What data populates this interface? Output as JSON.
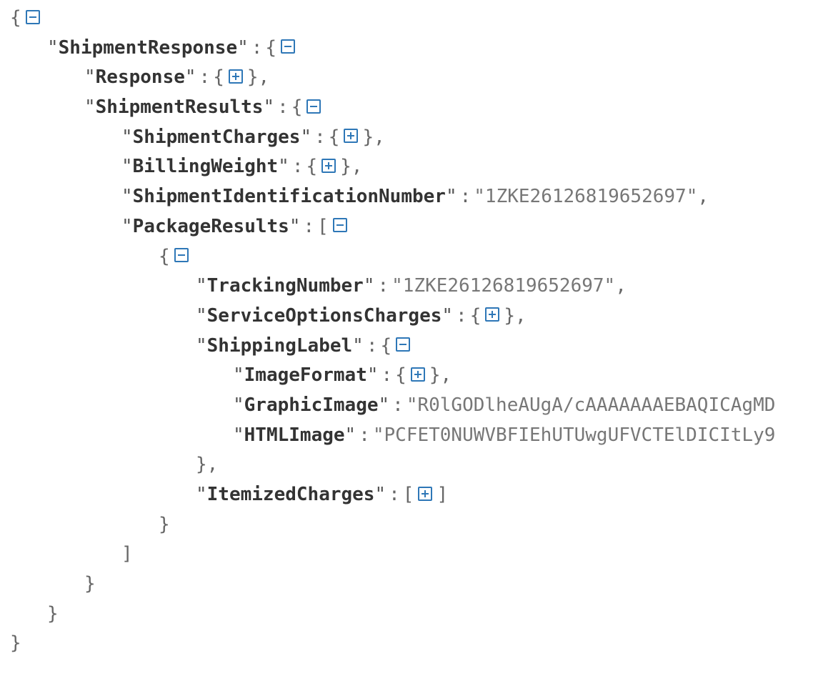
{
  "json_tree": {
    "shipment_response_key": "ShipmentResponse",
    "response_key": "Response",
    "shipment_results_key": "ShipmentResults",
    "shipment_charges_key": "ShipmentCharges",
    "billing_weight_key": "BillingWeight",
    "shipment_id_key": "ShipmentIdentificationNumber",
    "shipment_id_value": "1ZKE26126819652697",
    "package_results_key": "PackageResults",
    "tracking_number_key": "TrackingNumber",
    "tracking_number_value": "1ZKE26126819652697",
    "service_options_key": "ServiceOptionsCharges",
    "shipping_label_key": "ShippingLabel",
    "image_format_key": "ImageFormat",
    "graphic_image_key": "GraphicImage",
    "graphic_image_value": "R0lGODlheAUgA/cAAAAAAAEBAQICAgMD",
    "html_image_key": "HTMLImage",
    "html_image_value": "PCFET0NUWVBFIEhUTUwgUFVCTElDICItLy9",
    "itemized_charges_key": "ItemizedCharges"
  },
  "icons": {
    "collapse": "collapse-minus-icon",
    "expand": "expand-plus-icon"
  },
  "colors": {
    "toggle": "#2e77b7",
    "key": "#333333",
    "value": "#777777"
  }
}
